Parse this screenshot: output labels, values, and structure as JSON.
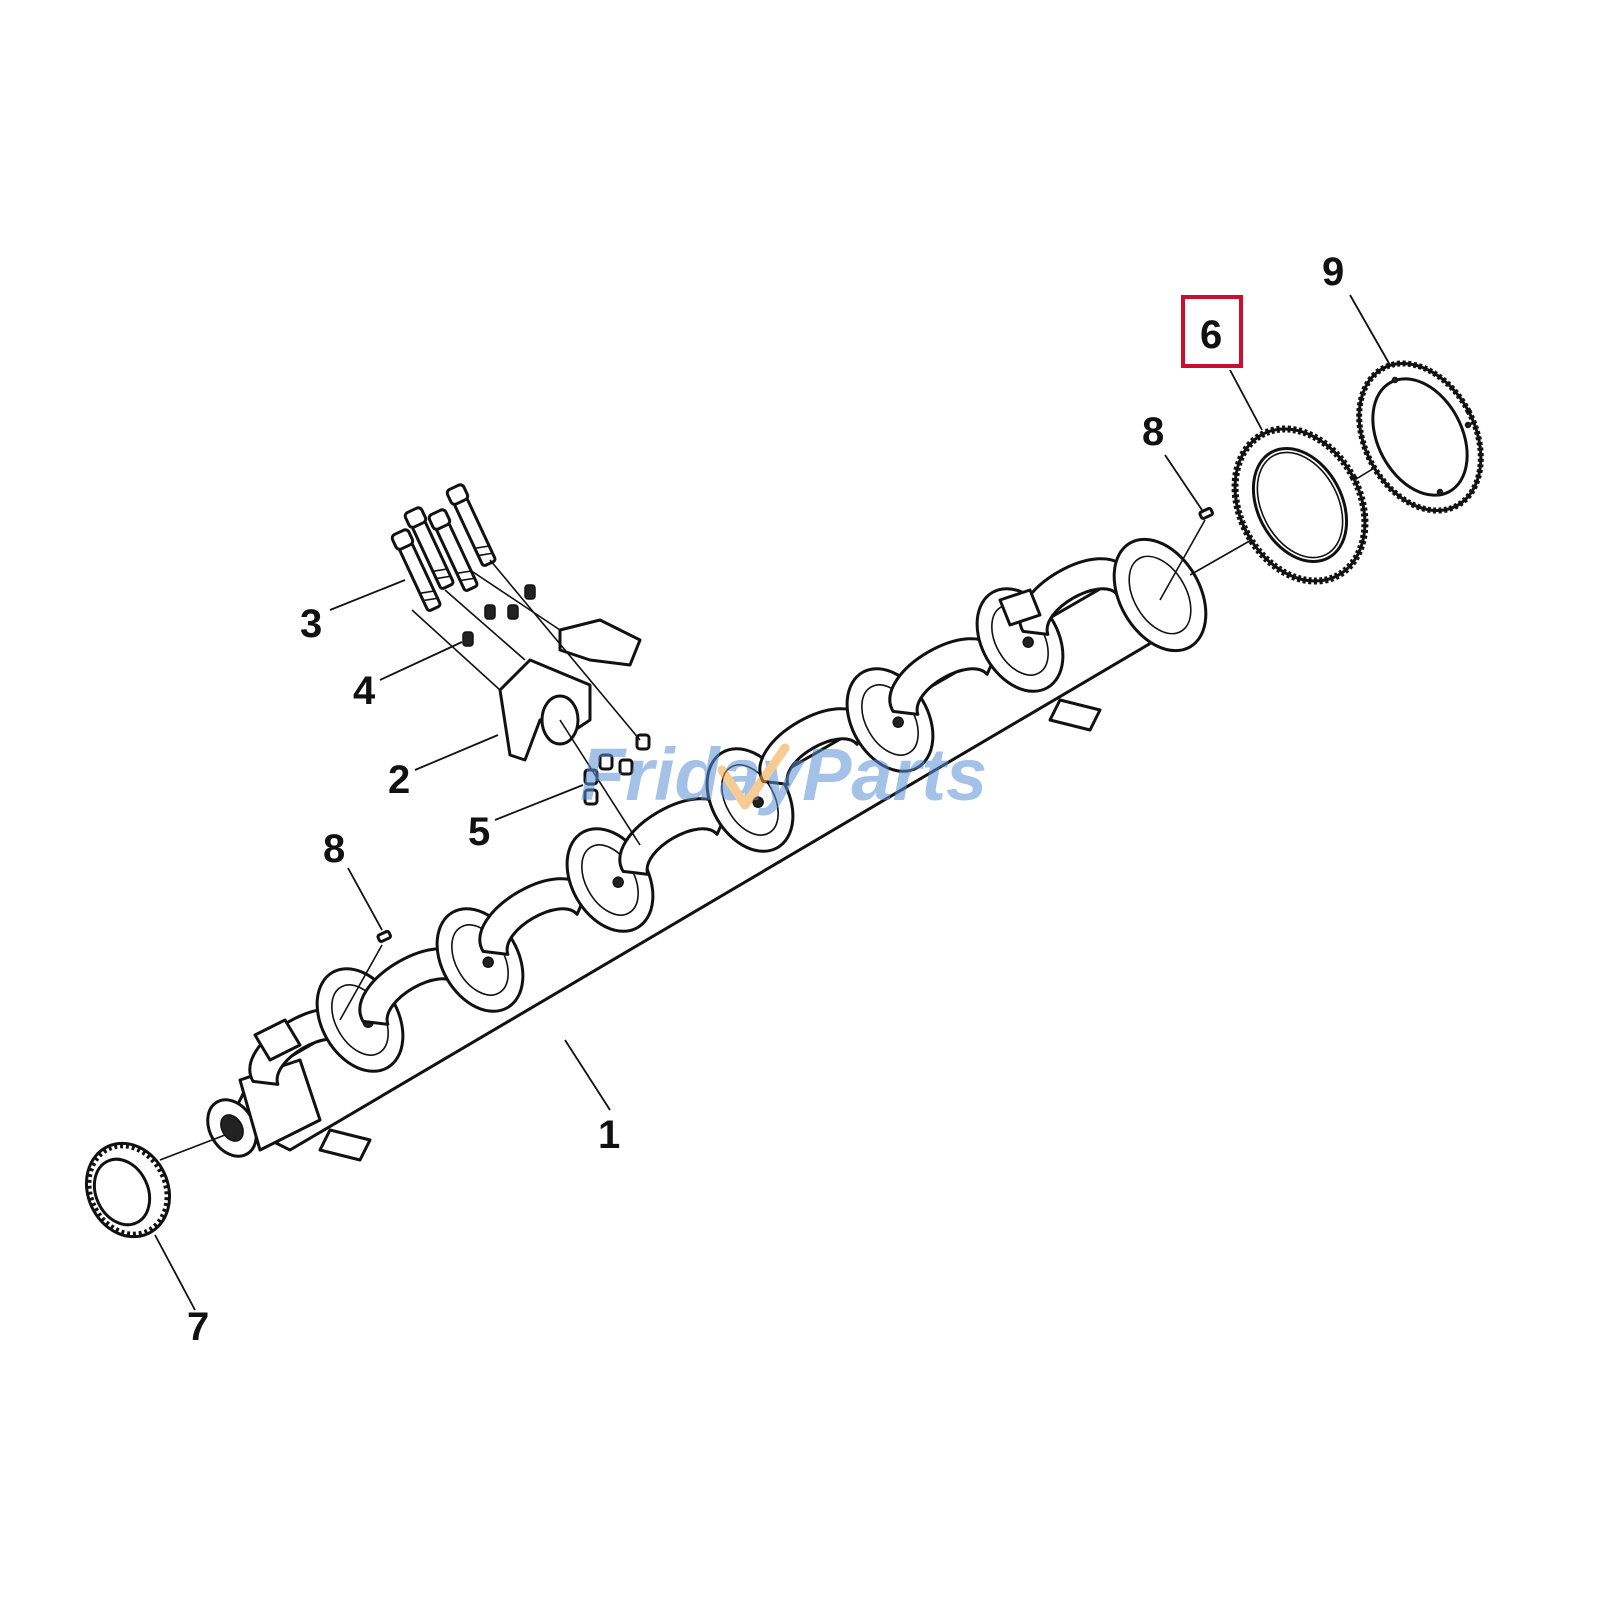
{
  "callouts": [
    {
      "id": "1",
      "label": "1"
    },
    {
      "id": "2",
      "label": "2"
    },
    {
      "id": "3",
      "label": "3"
    },
    {
      "id": "4",
      "label": "4"
    },
    {
      "id": "5",
      "label": "5"
    },
    {
      "id": "6",
      "label": "6",
      "highlighted": true
    },
    {
      "id": "7",
      "label": "7"
    },
    {
      "id": "8a",
      "label": "8"
    },
    {
      "id": "8b",
      "label": "8"
    },
    {
      "id": "9",
      "label": "9"
    }
  ],
  "watermark": {
    "part1": "Friday",
    "part2": "Parts"
  },
  "colors": {
    "line": "#111111",
    "highlight_box": "#c8102e",
    "watermark_blue": "#5b8fd6",
    "watermark_orange": "#f2a13b"
  },
  "icons": {
    "crankshaft": "crankshaft-icon",
    "gear": "gear-ring-icon",
    "bolt": "bolt-icon"
  }
}
